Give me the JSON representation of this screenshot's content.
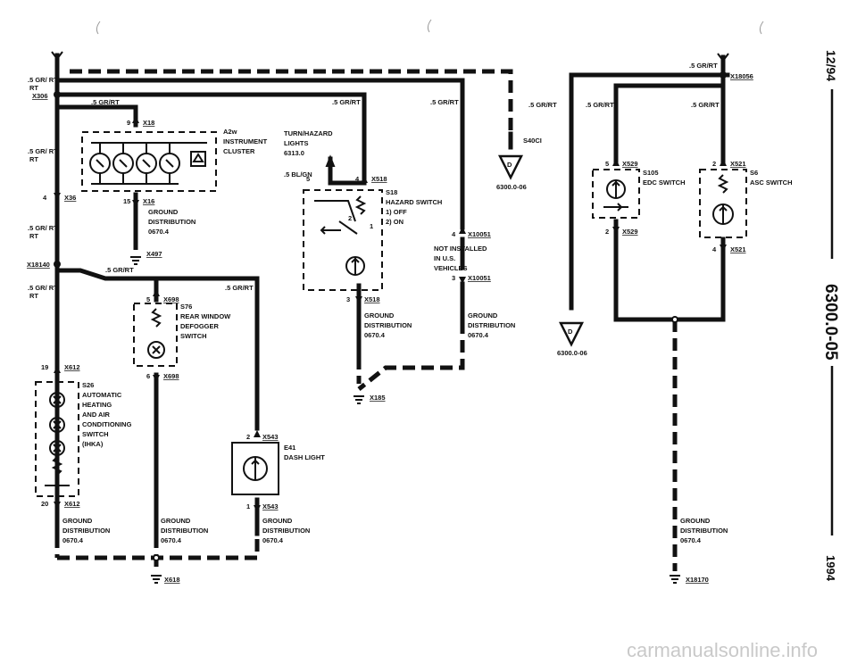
{
  "wires": {
    "a": ".5 GR/RT",
    "b": ".5 GR/ RT",
    "c": ".5 BL/GN"
  },
  "connectors": {
    "x306": "X306",
    "x18": "X18",
    "x36": "X36",
    "x16": "X16",
    "x497": "X497",
    "x18140": "X18140",
    "x698a": "X698",
    "x698b": "X698",
    "x612a": "X612",
    "x612b": "X612",
    "x518a": "X518",
    "x518b": "X518",
    "x185": "X185",
    "x10051a": "X10051",
    "x10051b": "X10051",
    "x543a": "X543",
    "x543b": "X543",
    "x618": "X618",
    "x18056": "X18056",
    "x529a": "X529",
    "x529b": "X529",
    "x521a": "X521",
    "x521b": "X521",
    "x18170": "X18170"
  },
  "pins": {
    "p9": "9",
    "p15": "15",
    "p4": "4",
    "p5": "5",
    "p6": "6",
    "p19": "19",
    "p20": "20",
    "p3": "3",
    "p2": "2",
    "p1": "1"
  },
  "components": {
    "a2w": [
      "A2w",
      "INSTRUMENT",
      "CLUSTER"
    ],
    "turn": [
      "TURN/HAZARD",
      "LIGHTS",
      "6313.0"
    ],
    "s18": [
      "S18",
      "HAZARD SWITCH",
      "1) OFF",
      "2) ON"
    ],
    "s76": [
      "S76",
      "REAR WINDOW",
      "DEFOGGER",
      "SWITCH"
    ],
    "s26": [
      "S26",
      "AUTOMATIC",
      "HEATING",
      "AND AIR",
      "CONDITIONING",
      "SWITCH",
      "(IHKA)"
    ],
    "e41": [
      "E41",
      "DASH LIGHT"
    ],
    "s105": [
      "S105",
      "EDC SWITCH"
    ],
    "s6": [
      "S6",
      "ASC SWITCH"
    ],
    "notinstalled": [
      "NOT INSTALLED",
      "IN U.S.",
      "VEHICLES"
    ],
    "ground": [
      "GROUND",
      "DISTRIBUTION",
      "0670.4"
    ],
    "s840": "S40CI"
  },
  "refs": {
    "d1": "D",
    "d1ref": "6300.0-06",
    "d2": "D",
    "d2ref": "6300.0-06"
  },
  "switch_pos": {
    "two": "2",
    "one": "1"
  },
  "side": {
    "date": "12/94",
    "code": "6300.0-05",
    "year": "1994"
  },
  "watermark": "carmanualsonline.info"
}
